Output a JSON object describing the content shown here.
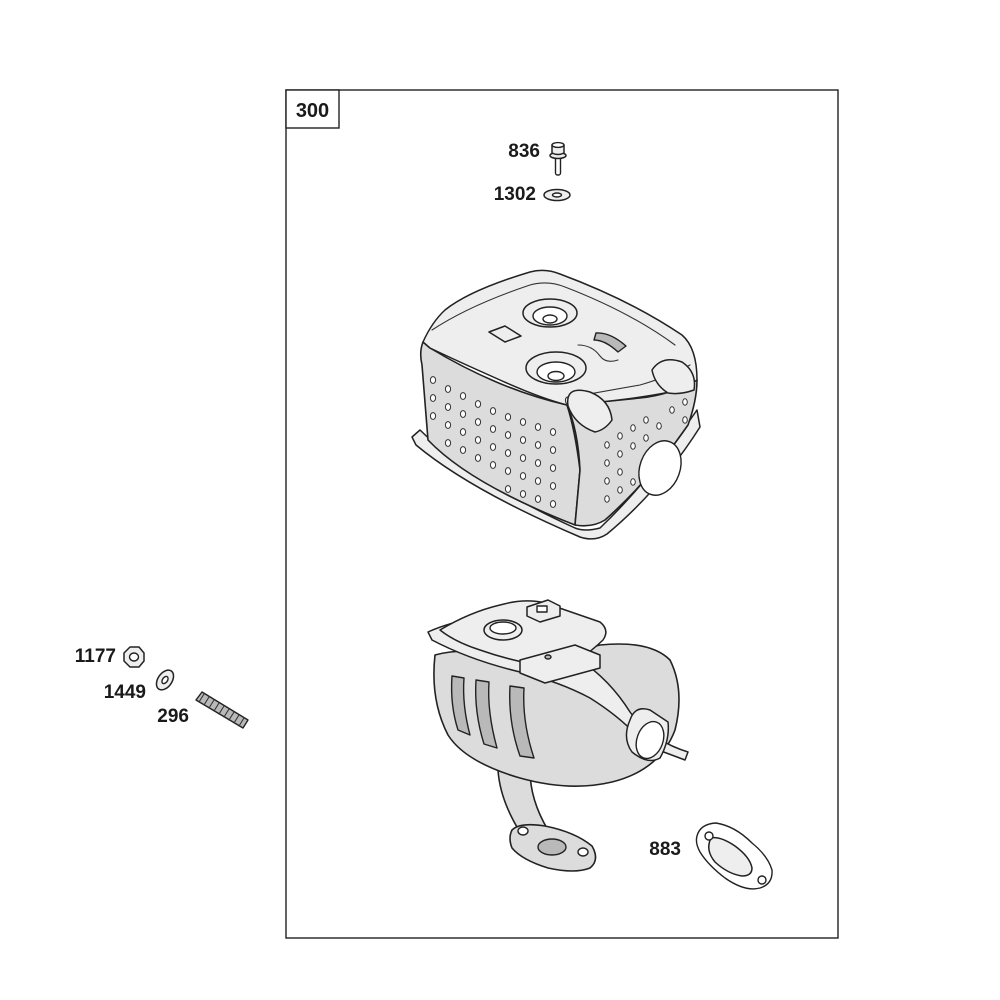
{
  "assembly": {
    "number": "300"
  },
  "parts": [
    {
      "id": "screw",
      "number": "836",
      "icon": "hex-flange-screw-icon"
    },
    {
      "id": "washer-top",
      "number": "1302",
      "icon": "flat-washer-icon"
    },
    {
      "id": "nut",
      "number": "1177",
      "icon": "hex-nut-icon"
    },
    {
      "id": "washer-left",
      "number": "1449",
      "icon": "flat-washer-icon"
    },
    {
      "id": "stud",
      "number": "296",
      "icon": "threaded-stud-icon"
    },
    {
      "id": "gasket",
      "number": "883",
      "icon": "exhaust-gasket-icon"
    }
  ],
  "components": [
    {
      "id": "muffler-guard",
      "icon": "perforated-muffler-guard-icon"
    },
    {
      "id": "muffler",
      "icon": "muffler-icon"
    }
  ]
}
